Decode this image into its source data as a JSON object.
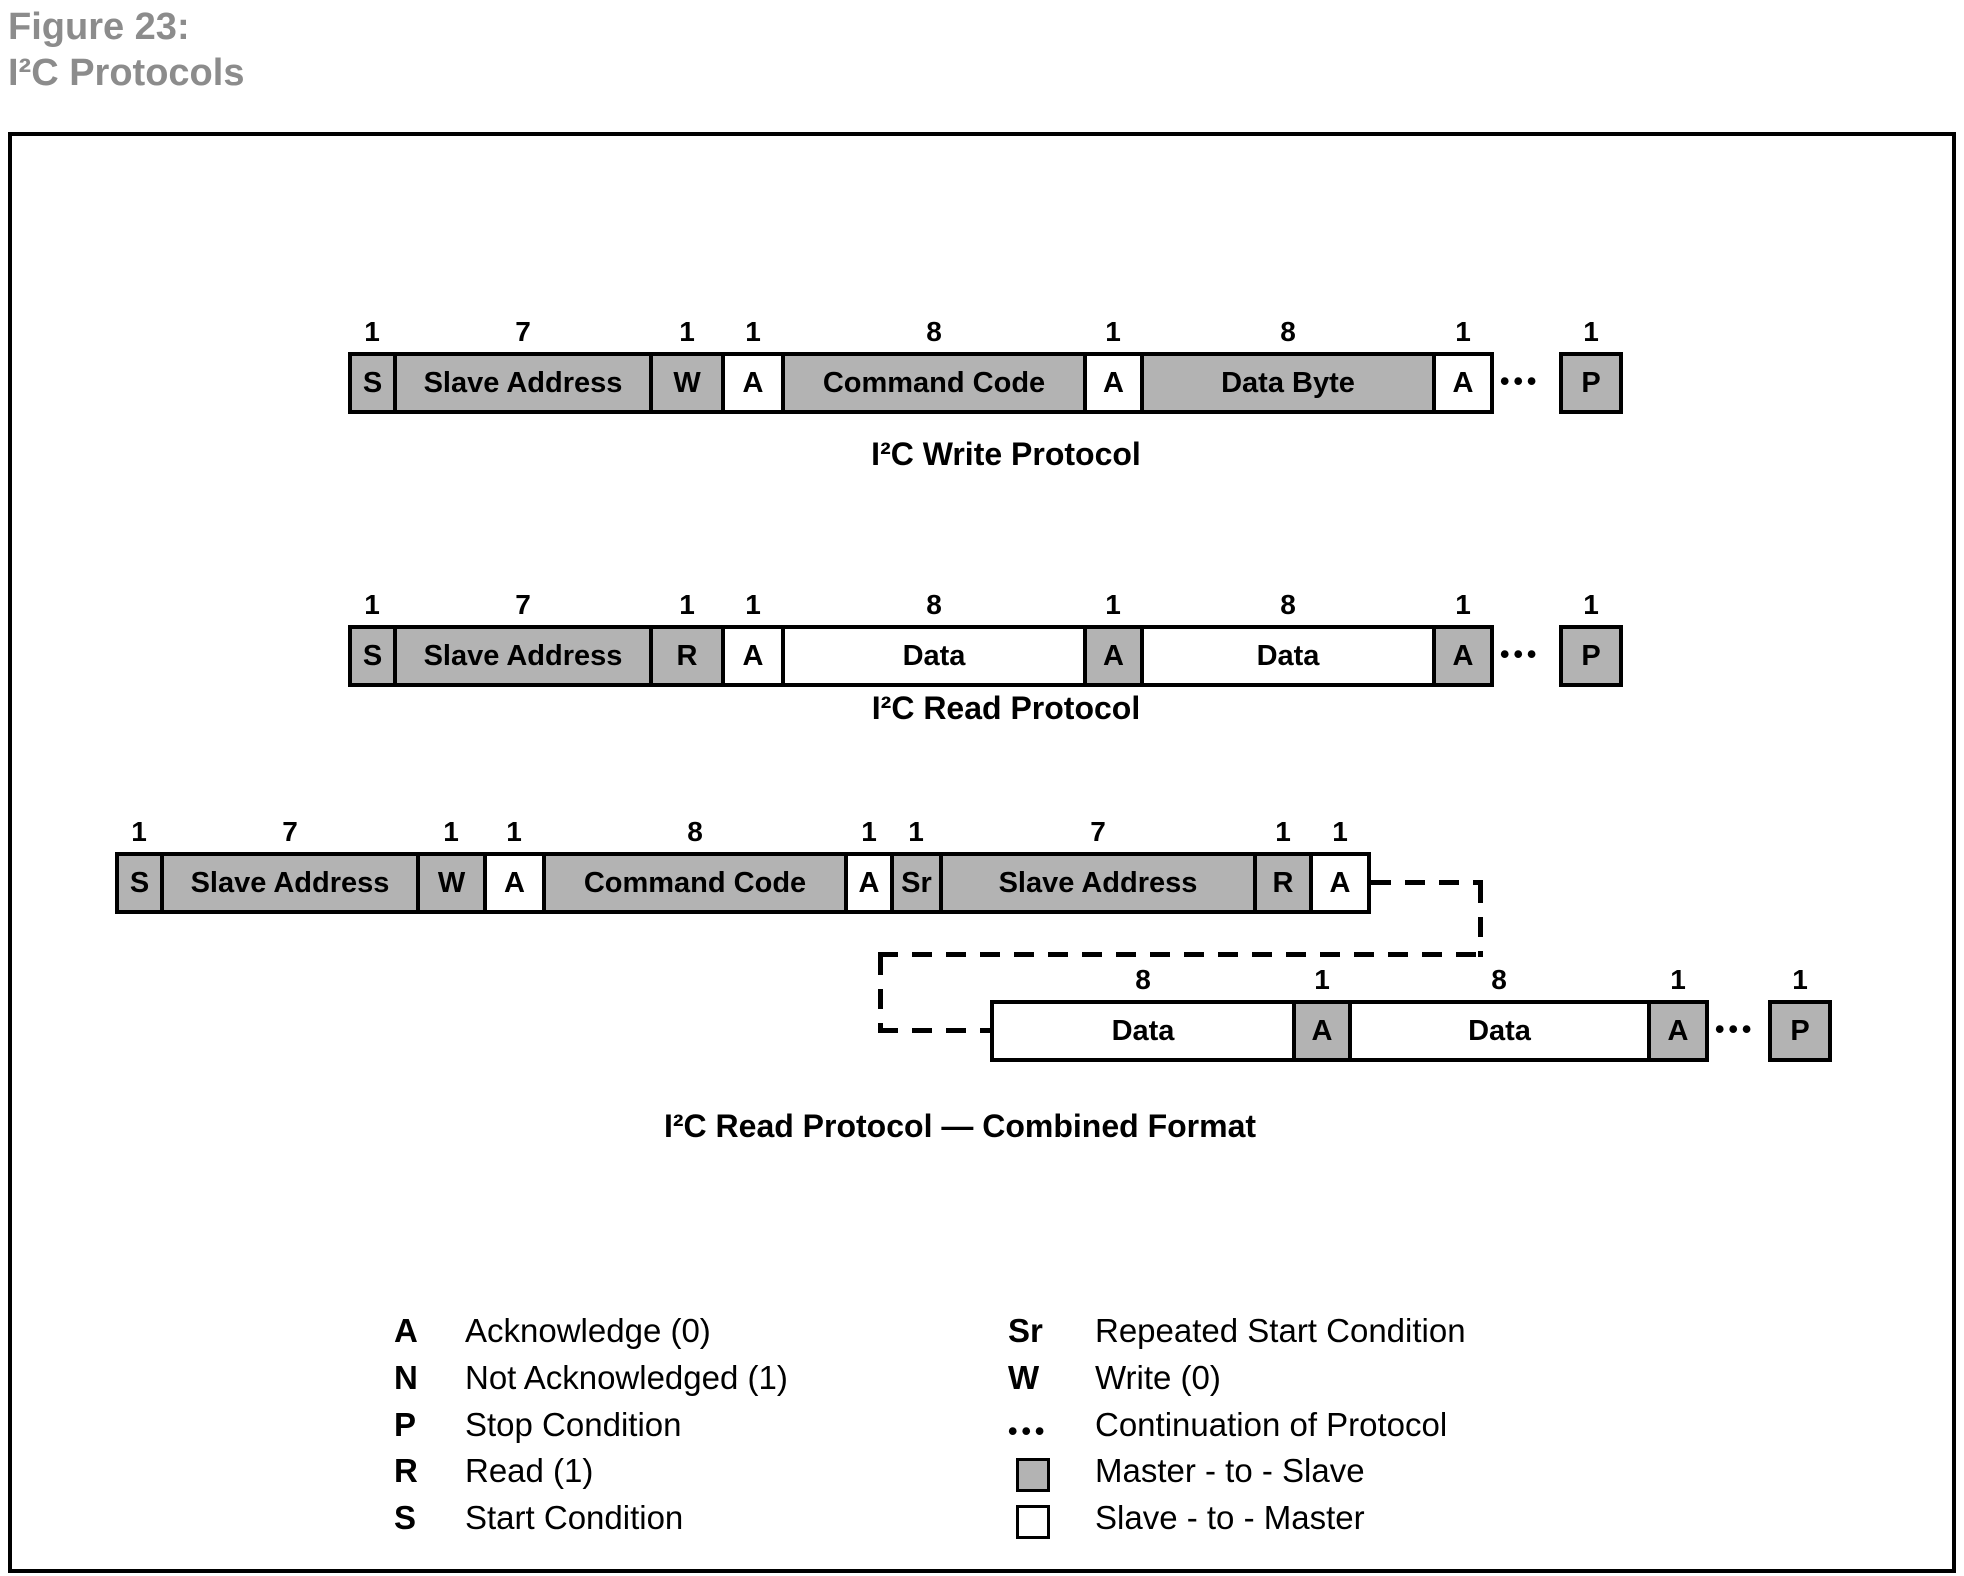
{
  "figure": {
    "label": "Figure 23:",
    "title": "I²C Protocols"
  },
  "colors": {
    "master_fill": "#b3b3b3",
    "slave_fill": "#ffffff",
    "border": "#000000",
    "title_gray": "#8c8c8c"
  },
  "protocols": {
    "write": {
      "caption": "I²C Write Protocol",
      "fields": [
        {
          "bits": "1",
          "label": "S"
        },
        {
          "bits": "7",
          "label": "Slave Address"
        },
        {
          "bits": "1",
          "label": "W"
        },
        {
          "bits": "1",
          "label": "A"
        },
        {
          "bits": "8",
          "label": "Command Code"
        },
        {
          "bits": "1",
          "label": "A"
        },
        {
          "bits": "8",
          "label": "Data Byte"
        },
        {
          "bits": "1",
          "label": "A"
        }
      ],
      "continuation": "•••",
      "stop": {
        "bits": "1",
        "label": "P"
      }
    },
    "read": {
      "caption": "I²C Read Protocol",
      "fields": [
        {
          "bits": "1",
          "label": "S"
        },
        {
          "bits": "7",
          "label": "Slave Address"
        },
        {
          "bits": "1",
          "label": "R"
        },
        {
          "bits": "1",
          "label": "A"
        },
        {
          "bits": "8",
          "label": "Data"
        },
        {
          "bits": "1",
          "label": "A"
        },
        {
          "bits": "8",
          "label": "Data"
        },
        {
          "bits": "1",
          "label": "A"
        }
      ],
      "continuation": "•••",
      "stop": {
        "bits": "1",
        "label": "P"
      }
    },
    "combined": {
      "caption": "I²C Read Protocol — Combined Format",
      "row1_fields": [
        {
          "bits": "1",
          "label": "S"
        },
        {
          "bits": "7",
          "label": "Slave Address"
        },
        {
          "bits": "1",
          "label": "W"
        },
        {
          "bits": "1",
          "label": "A"
        },
        {
          "bits": "8",
          "label": "Command Code"
        },
        {
          "bits": "1",
          "label": "A"
        },
        {
          "bits": "1",
          "label": "Sr"
        },
        {
          "bits": "7",
          "label": "Slave Address"
        },
        {
          "bits": "1",
          "label": "R"
        },
        {
          "bits": "1",
          "label": "A"
        }
      ],
      "row2_fields": [
        {
          "bits": "8",
          "label": "Data"
        },
        {
          "bits": "1",
          "label": "A"
        },
        {
          "bits": "8",
          "label": "Data"
        },
        {
          "bits": "1",
          "label": "A"
        }
      ],
      "continuation": "•••",
      "stop": {
        "bits": "1",
        "label": "P"
      }
    }
  },
  "legend": {
    "left": [
      {
        "key": "A",
        "text": "Acknowledge (0)"
      },
      {
        "key": "N",
        "text": "Not Acknowledged (1)"
      },
      {
        "key": "P",
        "text": "Stop Condition"
      },
      {
        "key": "R",
        "text": "Read (1)"
      },
      {
        "key": "S",
        "text": "Start Condition"
      }
    ],
    "right": [
      {
        "key": "Sr",
        "text": "Repeated Start Condition"
      },
      {
        "key": "W",
        "text": "Write (0)"
      },
      {
        "key": "•••",
        "text": "Continuation of Protocol"
      },
      {
        "key": "master-swatch",
        "text": "Master - to - Slave"
      },
      {
        "key": "slave-swatch",
        "text": "Slave - to - Master"
      }
    ]
  }
}
